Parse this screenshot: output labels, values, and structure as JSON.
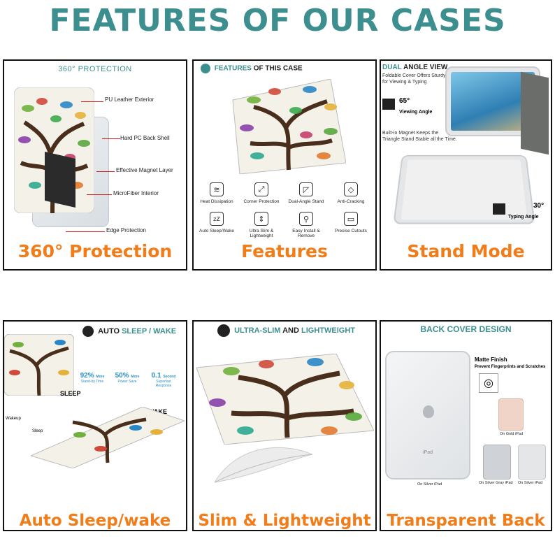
{
  "title": "FEATURES OF OUR CASES",
  "colors": {
    "teal": "#3d8f8f",
    "orange": "#f07d1a",
    "callout_red": "#d02020"
  },
  "panel1": {
    "heading": "360° PROTECTION",
    "callouts": [
      "PU Leather Exterior",
      "Hard PC Back Shell",
      "Effective Magnet Layer",
      "MicroFiber Interior",
      "Edge Protection"
    ],
    "caption": "360° Protection"
  },
  "panel2": {
    "heading_a": "FEATURES",
    "heading_b": " OF THIS CASE",
    "features": [
      {
        "label": "Heat Dissipation",
        "icon": "heat-icon",
        "glyph": "≋"
      },
      {
        "label": "Corner Protection",
        "icon": "corner-icon",
        "glyph": "⤢"
      },
      {
        "label": "Dual-Angle Stand",
        "icon": "stand-icon",
        "glyph": "◸"
      },
      {
        "label": "Anti-Cracking",
        "icon": "diamond-icon",
        "glyph": "◇"
      },
      {
        "label": "Auto Sleep/Wake",
        "icon": "sleep-icon",
        "glyph": "zZ"
      },
      {
        "label": "Ultra Slim & Lightweight",
        "icon": "slim-icon",
        "glyph": "⇕"
      },
      {
        "label": "Easy Install & Remove",
        "icon": "plug-icon",
        "glyph": "⚲"
      },
      {
        "label": "Precise Cutouts",
        "icon": "cutout-icon",
        "glyph": "▭"
      }
    ],
    "caption": "Features"
  },
  "panel3": {
    "heading_a": "DUAL",
    "heading_b": " ANGLE VIEW",
    "line1": "Foldable Cover Offers Sturdy Stand",
    "line2": "for Viewing & Typing",
    "viewing_angle": "65°",
    "viewing_label": "Viewing Angle",
    "magnet_line1": "Built-in Magnet Keeps the",
    "magnet_line2": "Triangle Stand Stable all the Time.",
    "typing_angle": "30°",
    "typing_label": "Typing Angle",
    "caption": "Stand Mode"
  },
  "panel4": {
    "heading_a": "AUTO",
    "heading_b": " SLEEP / WAKE",
    "stats": [
      {
        "num": "92%",
        "unit": "More",
        "desc": "Stand-by Time"
      },
      {
        "num": "50%",
        "unit": "More",
        "desc": "Power Save"
      },
      {
        "num": "0.1",
        "unit": "Second",
        "desc": "Superfast Response"
      }
    ],
    "sleep": "SLEEP",
    "wake": "WAKE",
    "mini_wakeup": "Wakeup",
    "mini_sleep": "Sleep",
    "caption": "Auto Sleep/wake"
  },
  "panel5": {
    "heading_a": "ULTRA-SLIM",
    "heading_b": " AND ",
    "heading_c": "LIGHTWEIGHT",
    "caption": "Slim & Lightweight"
  },
  "panel6": {
    "heading": "BACK COVER DESIGN",
    "matte": "Matte Finish",
    "matte_sub": "Prevent Fingerprints and Scratches",
    "ipad_logo": "iPad",
    "swatches": [
      {
        "label": "On Silver iPad",
        "color": "#e9eaec"
      },
      {
        "label": "On Gold iPad",
        "color": "#f1d4c8"
      },
      {
        "label": "On Silver Gray iPad",
        "color": "#cfd2d6"
      },
      {
        "label": "On Silver iPad",
        "color": "#e5e6e8"
      }
    ],
    "caption": "Transparent Back"
  }
}
